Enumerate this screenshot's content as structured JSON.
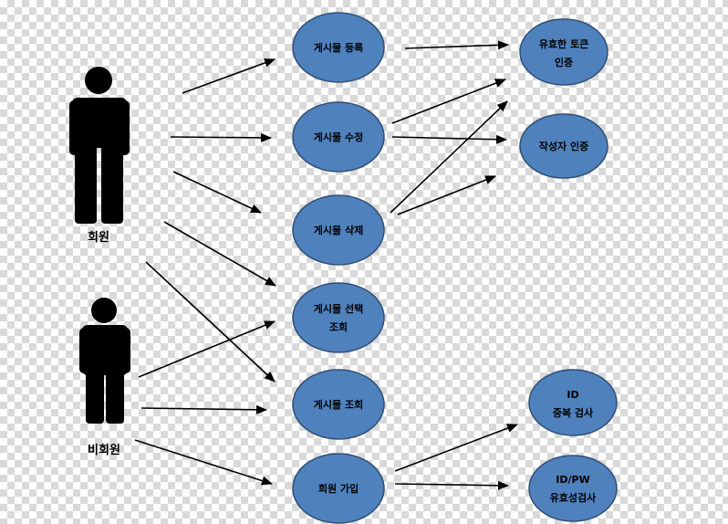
{
  "actors": {
    "member": "회원",
    "guest": "비회원"
  },
  "usecases": {
    "post_register": "게시물 등록",
    "post_edit": "게시물 수정",
    "post_delete": "게시물 삭제",
    "post_select_view_1": "게시물 선택",
    "post_select_view_2": "조회",
    "post_view": "게시물 조회",
    "signup": "회원 가입",
    "token_auth_1": "유효한 토큰",
    "token_auth_2": "인증",
    "author_auth": "작성자 인증",
    "id_dup_check_1": "ID",
    "id_dup_check_2": "중복 검사",
    "idpw_valid_1": "ID/PW",
    "idpw_valid_2": "유효성검사"
  },
  "colors": {
    "ellipse_fill": "#4f81bd",
    "ellipse_stroke": "#2f4e74",
    "actor_fill": "#000000",
    "arrow": "#000000"
  },
  "icons": {
    "actor": "person-silhouette-icon"
  }
}
